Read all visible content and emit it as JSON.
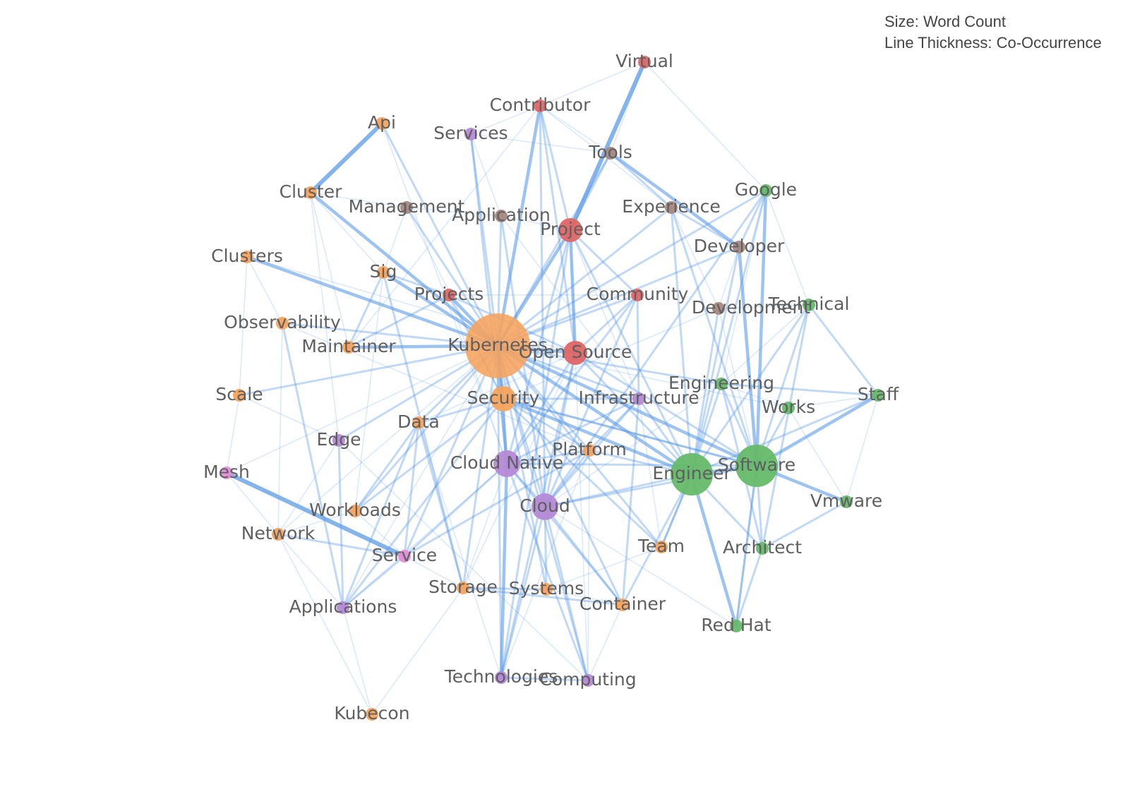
{
  "legend": {
    "size_text": "Size: Word Count",
    "line_text": "Line Thickness: Co-Occurrence"
  },
  "colors": {
    "edge": "#5b9be6",
    "orange": "#f7a35c",
    "red": "#e06666",
    "purple": "#b58ad6",
    "brown": "#a78880",
    "green": "#66bb6a",
    "pink": "#e58fd6"
  },
  "nodes": [
    {
      "id": "kubernetes",
      "label": "Kubernetes",
      "group": "orange",
      "count": 100
    },
    {
      "id": "open_source",
      "label": "Open Source",
      "group": "red",
      "count": 12
    },
    {
      "id": "security",
      "label": "Security",
      "group": "orange",
      "count": 12
    },
    {
      "id": "cloud_native",
      "label": "Cloud Native",
      "group": "purple",
      "count": 13
    },
    {
      "id": "cloud",
      "label": "Cloud",
      "group": "purple",
      "count": 13
    },
    {
      "id": "engineer",
      "label": "Engineer",
      "group": "green",
      "count": 30
    },
    {
      "id": "software",
      "label": "Software",
      "group": "green",
      "count": 30
    },
    {
      "id": "project",
      "label": "Project",
      "group": "red",
      "count": 12
    },
    {
      "id": "virtual",
      "label": "Virtual",
      "group": "red",
      "count": 3
    },
    {
      "id": "contributor",
      "label": "Contributor",
      "group": "red",
      "count": 3
    },
    {
      "id": "services",
      "label": "Services",
      "group": "purple",
      "count": 2
    },
    {
      "id": "tools",
      "label": "Tools",
      "group": "brown",
      "count": 3
    },
    {
      "id": "api",
      "label": "Api",
      "group": "orange",
      "count": 3
    },
    {
      "id": "cluster",
      "label": "Cluster",
      "group": "orange",
      "count": 3
    },
    {
      "id": "management",
      "label": "Management",
      "group": "brown",
      "count": 3
    },
    {
      "id": "application",
      "label": "Application",
      "group": "brown",
      "count": 3
    },
    {
      "id": "google",
      "label": "Google",
      "group": "green",
      "count": 3
    },
    {
      "id": "experience",
      "label": "Experience",
      "group": "brown",
      "count": 3
    },
    {
      "id": "developer",
      "label": "Developer",
      "group": "brown",
      "count": 3
    },
    {
      "id": "clusters",
      "label": "Clusters",
      "group": "orange",
      "count": 3
    },
    {
      "id": "sig",
      "label": "Sig",
      "group": "orange",
      "count": 3
    },
    {
      "id": "projects",
      "label": "Projects",
      "group": "red",
      "count": 3
    },
    {
      "id": "community",
      "label": "Community",
      "group": "red",
      "count": 3
    },
    {
      "id": "development",
      "label": "Development",
      "group": "brown",
      "count": 3
    },
    {
      "id": "technical",
      "label": "Technical",
      "group": "green",
      "count": 3
    },
    {
      "id": "observability",
      "label": "Observability",
      "group": "orange",
      "count": 3
    },
    {
      "id": "maintainer",
      "label": "Maintainer",
      "group": "orange",
      "count": 3
    },
    {
      "id": "engineering",
      "label": "Engineering",
      "group": "green",
      "count": 3
    },
    {
      "id": "scale",
      "label": "Scale",
      "group": "orange",
      "count": 3
    },
    {
      "id": "infrastructure",
      "label": "Infrastructure",
      "group": "purple",
      "count": 3
    },
    {
      "id": "staff",
      "label": "Staff",
      "group": "green",
      "count": 3
    },
    {
      "id": "works",
      "label": "Works",
      "group": "green",
      "count": 3
    },
    {
      "id": "data",
      "label": "Data",
      "group": "orange",
      "count": 3
    },
    {
      "id": "edge",
      "label": "Edge",
      "group": "purple",
      "count": 3
    },
    {
      "id": "platform",
      "label": "Platform",
      "group": "orange",
      "count": 3
    },
    {
      "id": "mesh",
      "label": "Mesh",
      "group": "pink",
      "count": 3
    },
    {
      "id": "vmware",
      "label": "Vmware",
      "group": "green",
      "count": 3
    },
    {
      "id": "workloads",
      "label": "Workloads",
      "group": "orange",
      "count": 3
    },
    {
      "id": "network",
      "label": "Network",
      "group": "orange",
      "count": 3
    },
    {
      "id": "team",
      "label": "Team",
      "group": "orange",
      "count": 3
    },
    {
      "id": "architect",
      "label": "Architect",
      "group": "green",
      "count": 3
    },
    {
      "id": "service",
      "label": "Service",
      "group": "pink",
      "count": 3
    },
    {
      "id": "storage",
      "label": "Storage",
      "group": "orange",
      "count": 3
    },
    {
      "id": "systems",
      "label": "Systems",
      "group": "orange",
      "count": 3
    },
    {
      "id": "container",
      "label": "Container",
      "group": "orange",
      "count": 3
    },
    {
      "id": "applications",
      "label": "Applications",
      "group": "purple",
      "count": 3
    },
    {
      "id": "red_hat",
      "label": "Red Hat",
      "group": "green",
      "count": 3
    },
    {
      "id": "technologies",
      "label": "Technologies",
      "group": "purple",
      "count": 3
    },
    {
      "id": "computing",
      "label": "Computing",
      "group": "purple",
      "count": 3
    },
    {
      "id": "kubecon",
      "label": "Kubecon",
      "group": "orange",
      "count": 3
    }
  ],
  "edges": [
    [
      "kubernetes",
      "open_source",
      3
    ],
    [
      "kubernetes",
      "security",
      3
    ],
    [
      "kubernetes",
      "cloud_native",
      3
    ],
    [
      "kubernetes",
      "cloud",
      2
    ],
    [
      "kubernetes",
      "engineer",
      3
    ],
    [
      "kubernetes",
      "software",
      3
    ],
    [
      "kubernetes",
      "project",
      3
    ],
    [
      "kubernetes",
      "contributor",
      3
    ],
    [
      "kubernetes",
      "cluster",
      3
    ],
    [
      "kubernetes",
      "clusters",
      3
    ],
    [
      "kubernetes",
      "sig",
      3
    ],
    [
      "kubernetes",
      "projects",
      3
    ],
    [
      "kubernetes",
      "maintainer",
      3
    ],
    [
      "kubernetes",
      "google",
      2
    ],
    [
      "kubernetes",
      "community",
      2
    ],
    [
      "kubernetes",
      "developer",
      2
    ],
    [
      "kubernetes",
      "data",
      2
    ],
    [
      "kubernetes",
      "edge",
      2
    ],
    [
      "kubernetes",
      "platform",
      2
    ],
    [
      "kubernetes",
      "management",
      2
    ],
    [
      "kubernetes",
      "application",
      2
    ],
    [
      "kubernetes",
      "services",
      2
    ],
    [
      "kubernetes",
      "tools",
      2
    ],
    [
      "kubernetes",
      "experience",
      2
    ],
    [
      "kubernetes",
      "infrastructure",
      2
    ],
    [
      "kubernetes",
      "storage",
      2
    ],
    [
      "kubernetes",
      "workloads",
      2
    ],
    [
      "kubernetes",
      "observability",
      2
    ],
    [
      "kubernetes",
      "scale",
      2
    ],
    [
      "kubernetes",
      "network",
      1
    ],
    [
      "kubernetes",
      "applications",
      1
    ],
    [
      "kubernetes",
      "container",
      2
    ],
    [
      "kubernetes",
      "team",
      2
    ],
    [
      "kubernetes",
      "technologies",
      2
    ],
    [
      "kubernetes",
      "computing",
      2
    ],
    [
      "kubernetes",
      "systems",
      2
    ],
    [
      "kubernetes",
      "service",
      2
    ],
    [
      "kubernetes",
      "mesh",
      1
    ],
    [
      "kubernetes",
      "engineering",
      2
    ],
    [
      "kubernetes",
      "works",
      1
    ],
    [
      "project",
      "virtual",
      4
    ],
    [
      "virtual",
      "tools",
      1
    ],
    [
      "api",
      "cluster",
      4
    ],
    [
      "api",
      "kubernetes",
      2
    ],
    [
      "api",
      "cloud_native",
      1
    ],
    [
      "mesh",
      "service",
      4
    ],
    [
      "clusters",
      "open_source",
      1
    ],
    [
      "engineer",
      "red_hat",
      3
    ],
    [
      "engineer",
      "software",
      3
    ],
    [
      "software",
      "staff",
      3
    ],
    [
      "software",
      "google",
      3
    ],
    [
      "software",
      "vmware",
      3
    ],
    [
      "software",
      "developer",
      3
    ],
    [
      "engineer",
      "google",
      2
    ],
    [
      "engineer",
      "staff",
      2
    ],
    [
      "engineer",
      "architect",
      2
    ],
    [
      "engineer",
      "team",
      2
    ],
    [
      "engineer",
      "technical",
      2
    ],
    [
      "engineer",
      "engineering",
      2
    ],
    [
      "engineer",
      "infrastructure",
      2
    ],
    [
      "engineer",
      "cloud",
      2
    ],
    [
      "engineer",
      "security",
      3
    ],
    [
      "software",
      "technical",
      2
    ],
    [
      "software",
      "works",
      2
    ],
    [
      "software",
      "engineering",
      2
    ],
    [
      "software",
      "architect",
      2
    ],
    [
      "software",
      "red_hat",
      2
    ],
    [
      "software",
      "open_source",
      2
    ],
    [
      "software",
      "cloud_native",
      2
    ],
    [
      "software",
      "cloud",
      2
    ],
    [
      "software",
      "security",
      2
    ],
    [
      "tools",
      "experience",
      2
    ],
    [
      "tools",
      "developer",
      3
    ],
    [
      "experience",
      "developer",
      2
    ],
    [
      "experience",
      "engineer",
      2
    ],
    [
      "contributor",
      "project",
      2
    ],
    [
      "contributor",
      "open_source",
      2
    ],
    [
      "contributor",
      "cloud",
      2
    ],
    [
      "contributor",
      "services",
      1
    ],
    [
      "open_source",
      "project",
      3
    ],
    [
      "open_source",
      "community",
      2
    ],
    [
      "open_source",
      "cloud_native",
      2
    ],
    [
      "open_source",
      "cloud",
      2
    ],
    [
      "open_source",
      "technologies",
      2
    ],
    [
      "open_source",
      "engineer",
      2
    ],
    [
      "open_source",
      "storage",
      1
    ],
    [
      "open_source",
      "data",
      1
    ],
    [
      "project",
      "cloud_native",
      2
    ],
    [
      "project",
      "technologies",
      2
    ],
    [
      "project",
      "computing",
      1
    ],
    [
      "cloud_native",
      "computing",
      2
    ],
    [
      "cloud_native",
      "technologies",
      3
    ],
    [
      "cloud_native",
      "cloud",
      2
    ],
    [
      "cloud_native",
      "platform",
      2
    ],
    [
      "cloud_native",
      "security",
      2
    ],
    [
      "cloud_native",
      "applications",
      1
    ],
    [
      "cloud_native",
      "storage",
      1
    ],
    [
      "cloud_native",
      "infrastructure",
      2
    ],
    [
      "cloud",
      "computing",
      2
    ],
    [
      "cloud",
      "technologies",
      2
    ],
    [
      "cloud",
      "platform",
      2
    ],
    [
      "cloud",
      "infrastructure",
      2
    ],
    [
      "cloud",
      "container",
      2
    ],
    [
      "cloud",
      "systems",
      2
    ],
    [
      "cloud",
      "community",
      2
    ],
    [
      "cloud",
      "engineering",
      1
    ],
    [
      "security",
      "data",
      2
    ],
    [
      "security",
      "platform",
      2
    ],
    [
      "security",
      "applications",
      2
    ],
    [
      "security",
      "infrastructure",
      2
    ],
    [
      "security",
      "workloads",
      2
    ],
    [
      "sig",
      "projects",
      2
    ],
    [
      "sig",
      "maintainer",
      2
    ],
    [
      "sig",
      "storage",
      2
    ],
    [
      "sig",
      "workloads",
      1
    ],
    [
      "cluster",
      "management",
      1
    ],
    [
      "cluster",
      "edge",
      1
    ],
    [
      "cluster",
      "maintainer",
      1
    ],
    [
      "observability",
      "applications",
      2
    ],
    [
      "observability",
      "network",
      1
    ],
    [
      "observability",
      "platform",
      1
    ],
    [
      "maintainer",
      "projects",
      2
    ],
    [
      "maintainer",
      "contributor",
      1
    ],
    [
      "data",
      "service",
      2
    ],
    [
      "data",
      "applications",
      2
    ],
    [
      "data",
      "workloads",
      2
    ],
    [
      "data",
      "storage",
      2
    ],
    [
      "edge",
      "applications",
      2
    ],
    [
      "edge",
      "computing",
      1
    ],
    [
      "edge",
      "network",
      1
    ],
    [
      "workloads",
      "service",
      1
    ],
    [
      "workloads",
      "network",
      1
    ],
    [
      "network",
      "service",
      2
    ],
    [
      "network",
      "applications",
      1
    ],
    [
      "service",
      "cloud_native",
      2
    ],
    [
      "service",
      "platform",
      2
    ],
    [
      "service",
      "storage",
      1
    ],
    [
      "storage",
      "container",
      2
    ],
    [
      "storage",
      "systems",
      2
    ],
    [
      "systems",
      "container",
      1
    ],
    [
      "systems",
      "team",
      1
    ],
    [
      "container",
      "engineer",
      2
    ],
    [
      "container",
      "infrastructure",
      2
    ],
    [
      "container",
      "cloud_native",
      2
    ],
    [
      "team",
      "engineer",
      2
    ],
    [
      "team",
      "security",
      2
    ],
    [
      "team",
      "infrastructure",
      1
    ],
    [
      "architect",
      "red_hat",
      2
    ],
    [
      "architect",
      "vmware",
      2
    ],
    [
      "architect",
      "technical",
      2
    ],
    [
      "architect",
      "engineering",
      2
    ],
    [
      "red_hat",
      "software",
      2
    ],
    [
      "red_hat",
      "cloud",
      1
    ],
    [
      "google",
      "developer",
      2
    ],
    [
      "google",
      "technical",
      1
    ],
    [
      "google",
      "cloud",
      2
    ],
    [
      "google",
      "engineering",
      1
    ],
    [
      "technical",
      "staff",
      2
    ],
    [
      "technical",
      "engineering",
      1
    ],
    [
      "technical",
      "development",
      1
    ],
    [
      "development",
      "engineer",
      2
    ],
    [
      "development",
      "software",
      1
    ],
    [
      "development",
      "experience",
      1
    ],
    [
      "development",
      "security",
      1
    ],
    [
      "engineering",
      "staff",
      2
    ],
    [
      "engineering",
      "works",
      1
    ],
    [
      "works",
      "staff",
      1
    ],
    [
      "works",
      "vmware",
      1
    ],
    [
      "infrastructure",
      "community",
      2
    ],
    [
      "infrastructure",
      "platform",
      2
    ],
    [
      "infrastructure",
      "application",
      1
    ],
    [
      "community",
      "project",
      2
    ],
    [
      "community",
      "projects",
      1
    ],
    [
      "community",
      "cloud_native",
      2
    ],
    [
      "application",
      "management",
      1
    ],
    [
      "application",
      "project",
      1
    ],
    [
      "application",
      "cloud",
      2
    ],
    [
      "management",
      "sig",
      1
    ],
    [
      "management",
      "security",
      1
    ],
    [
      "services",
      "application",
      1
    ],
    [
      "services",
      "cloud_native",
      2
    ],
    [
      "services",
      "tools",
      1
    ],
    [
      "projects",
      "open_source",
      2
    ],
    [
      "projects",
      "security",
      2
    ],
    [
      "projects",
      "cloud_native",
      1
    ],
    [
      "platform",
      "engineer",
      2
    ],
    [
      "platform",
      "computing",
      1
    ],
    [
      "platform",
      "technologies",
      1
    ],
    [
      "scale",
      "mesh",
      1
    ],
    [
      "scale",
      "edge",
      1
    ],
    [
      "scale",
      "clusters",
      1
    ],
    [
      "kubecon",
      "applications",
      1
    ],
    [
      "kubecon",
      "network",
      1
    ],
    [
      "kubecon",
      "storage",
      1
    ],
    [
      "technologies",
      "computing",
      2
    ],
    [
      "technologies",
      "data",
      1
    ],
    [
      "computing",
      "container",
      1
    ],
    [
      "virtual",
      "contributor",
      1
    ],
    [
      "virtual",
      "google",
      1
    ],
    [
      "tools",
      "project",
      2
    ],
    [
      "experience",
      "software",
      2
    ],
    [
      "cluster",
      "sig",
      1
    ],
    [
      "clusters",
      "observability",
      1
    ],
    [
      "mesh",
      "network",
      1
    ],
    [
      "applications",
      "service",
      2
    ],
    [
      "security",
      "software",
      2
    ],
    [
      "developer",
      "engineer",
      2
    ],
    [
      "developer",
      "development",
      1
    ],
    [
      "staff",
      "vmware",
      1
    ],
    [
      "contributor",
      "tools",
      1
    ],
    [
      "contributor",
      "experience",
      1
    ],
    [
      "project",
      "engineer",
      2
    ],
    [
      "project",
      "infrastructure",
      1
    ]
  ]
}
